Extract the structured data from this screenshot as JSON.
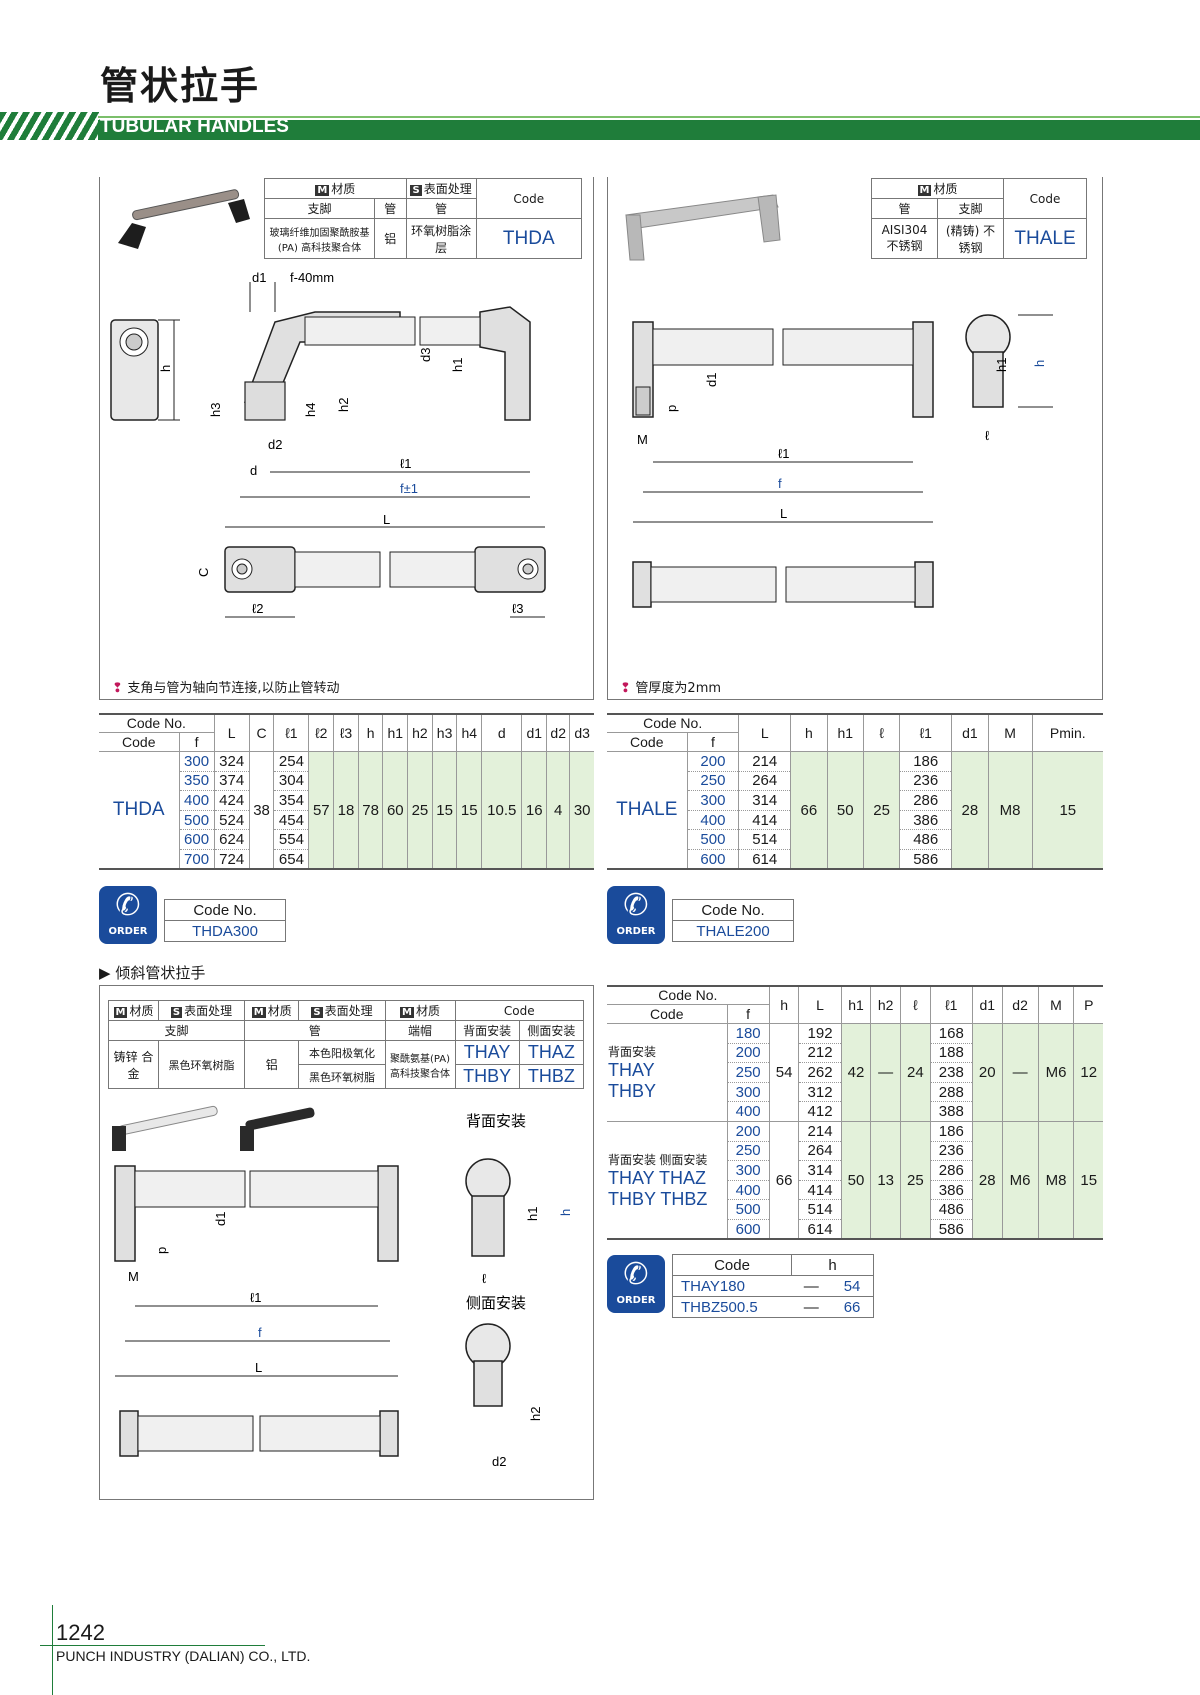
{
  "header": {
    "title_cn": "管状拉手",
    "title_en": "TUBULAR HANDLES"
  },
  "thda": {
    "spec": {
      "material_label": "材质",
      "surface_label": "表面处理",
      "code_label": "Code",
      "foot_label": "支脚",
      "tube_label": "管",
      "foot_material": "玻璃纤维加固聚酰胺基(PA) 高科技聚合体",
      "tube_material": "铝",
      "tube_surface": "环氧树脂涂层",
      "code": "THDA"
    },
    "dims": {
      "d1": "d1",
      "f40": "f-40mm",
      "h": "h",
      "h1": "h1",
      "h2": "h2",
      "h3": "h3",
      "h4": "h4",
      "d": "d",
      "d2": "d2",
      "d3": "d3",
      "l1": "ℓ1",
      "f": "f±1",
      "L": "L",
      "C": "C",
      "l2": "ℓ2",
      "l3": "ℓ3"
    },
    "note": "支角与管为轴向节连接,以防止管转动",
    "table": {
      "h_codeno": "Code No.",
      "h_code": "Code",
      "h_f": "f",
      "cols": [
        "L",
        "C",
        "ℓ1",
        "ℓ2",
        "ℓ3",
        "h",
        "h1",
        "h2",
        "h3",
        "h4",
        "d",
        "d1",
        "d2",
        "d3"
      ],
      "code": "THDA",
      "f": [
        "300",
        "350",
        "400",
        "500",
        "600",
        "700"
      ],
      "L": [
        "324",
        "374",
        "424",
        "524",
        "624",
        "724"
      ],
      "l1": [
        "254",
        "304",
        "354",
        "454",
        "554",
        "654"
      ],
      "C": "38",
      "l2": "57",
      "l3": "18",
      "h": "78",
      "h1": "60",
      "h2": "25",
      "h3": "15",
      "h4": "15",
      "d": "10.5",
      "d1": "16",
      "d2": "4",
      "d3": "30"
    },
    "order": {
      "label": "ORDER",
      "codeno": "Code No.",
      "example": "THDA300"
    }
  },
  "thale": {
    "spec": {
      "material_label": "材质",
      "code_label": "Code",
      "tube_label": "管",
      "foot_label": "支脚",
      "tube_material": "AISI304 不锈钢",
      "foot_material": "(精铸) 不锈钢",
      "code": "THALE"
    },
    "dims": {
      "d1": "d1",
      "p": "p",
      "M": "M",
      "l1": "ℓ1",
      "f": "f",
      "L": "L",
      "h1": "h1",
      "h": "h",
      "l": "ℓ"
    },
    "note": "管厚度为2mm",
    "table": {
      "h_codeno": "Code No.",
      "h_code": "Code",
      "h_f": "f",
      "cols": [
        "L",
        "h",
        "h1",
        "ℓ",
        "ℓ1",
        "d1",
        "M",
        "Pmin."
      ],
      "code": "THALE",
      "f": [
        "200",
        "250",
        "300",
        "400",
        "500",
        "600"
      ],
      "L": [
        "214",
        "264",
        "314",
        "414",
        "514",
        "614"
      ],
      "l1": [
        "186",
        "236",
        "286",
        "386",
        "486",
        "586"
      ],
      "h": "66",
      "h1": "50",
      "l": "25",
      "d1": "28",
      "M": "M8",
      "Pmin": "15"
    },
    "order": {
      "label": "ORDER",
      "codeno": "Code No.",
      "example": "THALE200"
    }
  },
  "inclined": {
    "section_title": "倾斜管状拉手",
    "spec": {
      "material_label": "材质",
      "surface_label": "表面处理",
      "code_label": "Code",
      "foot_label": "支脚",
      "tube_label": "管",
      "cap_label": "端帽",
      "back_label": "背面安装",
      "side_label": "侧面安装",
      "foot_material": "铸锌 合金",
      "foot_surface": "黑色环氧树脂",
      "tube_material": "铝",
      "tube_surface_1": "本色阳极氧化",
      "tube_surface_2": "黑色环氧树脂",
      "cap_material": "聚酰氨基(PA) 高科技聚合体",
      "code_thay": "THAY",
      "code_thaz": "THAZ",
      "code_thby": "THBY",
      "code_thbz": "THBZ"
    },
    "dims": {
      "back_title": "背面安装",
      "side_title": "侧面安装",
      "d1": "d1",
      "p": "p",
      "M": "M",
      "l1": "ℓ1",
      "f": "f",
      "L": "L",
      "h1": "h1",
      "h": "h",
      "l": "ℓ",
      "h2": "h2",
      "d2": "d2"
    },
    "table": {
      "h_codeno": "Code No.",
      "h_code": "Code",
      "h_f": "f",
      "cols": [
        "h",
        "L",
        "h1",
        "h2",
        "ℓ",
        "ℓ1",
        "d1",
        "d2",
        "M",
        "P"
      ],
      "group1": {
        "mount": "背面安装",
        "codes": [
          "THAY",
          "THBY"
        ],
        "f": [
          "180",
          "200",
          "250",
          "300",
          "400"
        ],
        "L": [
          "192",
          "212",
          "262",
          "312",
          "412"
        ],
        "l1": [
          "168",
          "188",
          "238",
          "288",
          "388"
        ],
        "h": "54",
        "h1": "42",
        "h2": "—",
        "l": "24",
        "d1": "20",
        "d2": "—",
        "M": "M6",
        "P": "12"
      },
      "group2": {
        "mount": "背面安装  侧面安装",
        "codes": [
          "THAY THAZ",
          "THBY THBZ"
        ],
        "f": [
          "200",
          "250",
          "300",
          "400",
          "500",
          "600"
        ],
        "L": [
          "214",
          "264",
          "314",
          "414",
          "514",
          "614"
        ],
        "l1": [
          "186",
          "236",
          "286",
          "386",
          "486",
          "586"
        ],
        "h": "66",
        "h1": "50",
        "h2": "13",
        "l": "25",
        "d1": "28",
        "d2": "M6",
        "M": "M8",
        "P": "15"
      }
    },
    "order": {
      "label": "ORDER",
      "code_label": "Code",
      "h_label": "h",
      "rows": [
        {
          "code": "THAY180",
          "dash": "—",
          "h": "54"
        },
        {
          "code": "THBZ500.5",
          "dash": "—",
          "h": "66"
        }
      ]
    }
  },
  "footer": {
    "page": "1242",
    "company": "PUNCH INDUSTRY (DALIAN) CO., LTD."
  }
}
